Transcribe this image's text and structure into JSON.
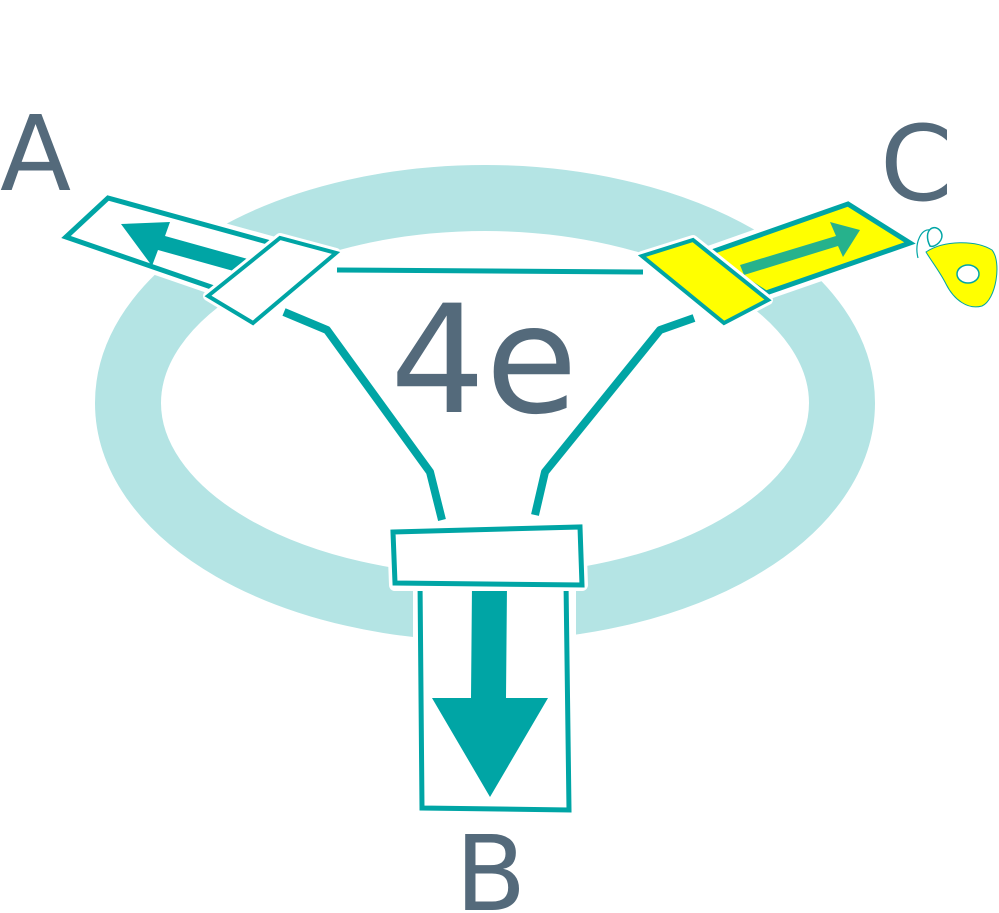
{
  "diagram": {
    "labels": {
      "a": "A",
      "b": "B",
      "c": "C",
      "center": "4e"
    },
    "colors": {
      "ring": "#b4e4e4",
      "teal": "#00a5a5",
      "text": "#546a7b",
      "highlight": "#ffff00",
      "background": "#ffffff"
    },
    "icons": {
      "ring": "ring-shape",
      "pipe_a": "arrow-left-up-icon",
      "pipe_b": "arrow-down-icon",
      "pipe_c": "arrow-right-up-icon",
      "electron": "electron-tag-icon"
    }
  }
}
